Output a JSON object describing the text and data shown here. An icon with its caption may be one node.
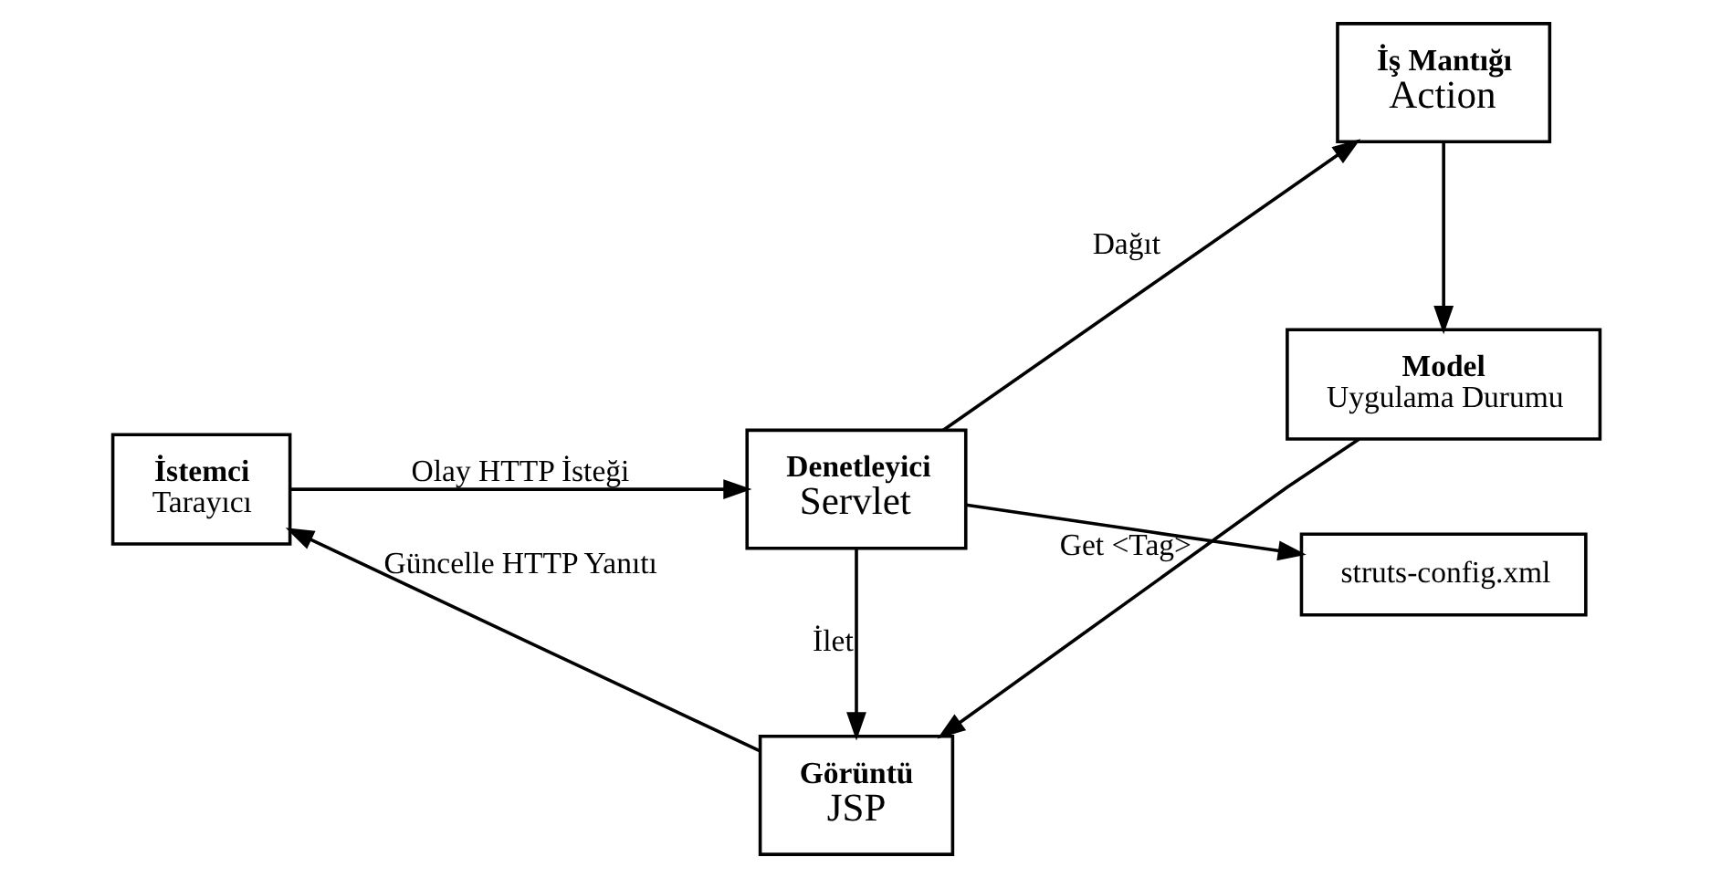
{
  "diagram": {
    "nodes": [
      {
        "text": [
          "İstemci",
          "Tarayıcı"
        ]
      },
      {
        "text": [
          "Denetleyici",
          "Servlet"
        ]
      },
      {
        "text": [
          "İş Mantığı",
          "Action"
        ]
      },
      {
        "text": [
          "struts-config.xml"
        ]
      },
      {
        "text": [
          "Görüntü",
          "JSP"
        ]
      },
      {
        "text": [
          "Model",
          "Uygulama Durumu"
        ]
      }
    ],
    "edges": [
      {
        "from": 0,
        "to": 1,
        "arrow": "to",
        "label": "Olay HTTP İsteği"
      },
      {
        "from": 1,
        "to": 2,
        "arrow": "to",
        "label": "Dağıt"
      },
      {
        "from": 1,
        "to": 3,
        "arrow": "to"
      },
      {
        "from": 1,
        "to": 4,
        "arrow": "to",
        "label": "İlet"
      },
      {
        "from": 2,
        "to": 5,
        "arrow": "to"
      },
      {
        "from": 5,
        "to": 4,
        "arrow": "to",
        "label": "Get <Tag>"
      },
      {
        "from": 4,
        "to": 0,
        "arrow": "to",
        "label": "Güncelle HTTP Yanıtı"
      }
    ]
  }
}
